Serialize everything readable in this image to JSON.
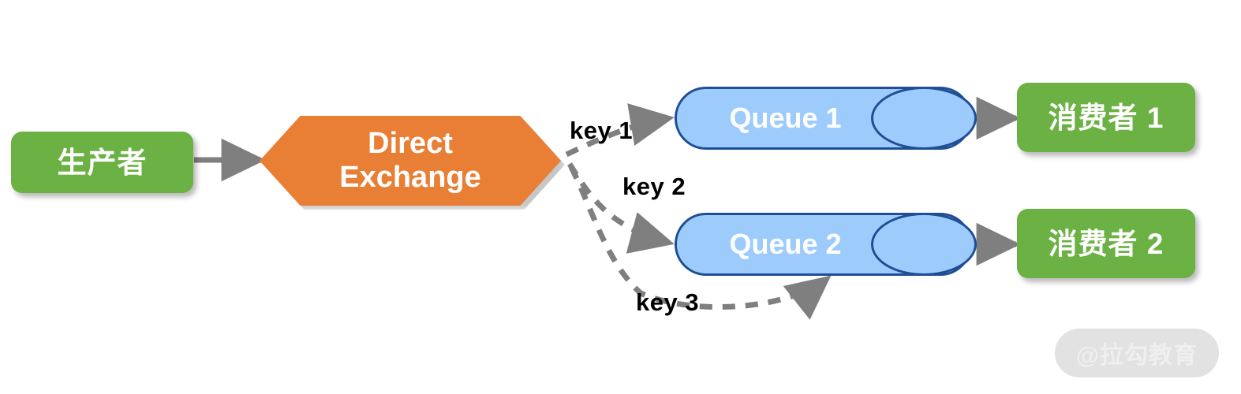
{
  "diagram": {
    "title": "RabbitMQ Direct Exchange routing diagram",
    "colors": {
      "green": "#6BB143",
      "orange": "#E87F35",
      "queue_fill": "#9DCCFC",
      "queue_border": "#1F4E95",
      "arrow_gray": "#7F7F7F",
      "text_dark": "#000000",
      "watermark_bg": "#E2E2E2"
    },
    "producer": {
      "label": "生产者"
    },
    "exchange": {
      "label": "Direct\nExchange",
      "type": "Direct Exchange"
    },
    "queues": [
      {
        "label": "Queue 1"
      },
      {
        "label": "Queue 2"
      }
    ],
    "consumers": [
      {
        "label": "消费者 1"
      },
      {
        "label": "消费者 2"
      }
    ],
    "routing_keys": [
      {
        "label": "key 1",
        "from": "Direct Exchange",
        "to": "Queue 1"
      },
      {
        "label": "key 2",
        "from": "Direct Exchange",
        "to": "Queue 2"
      },
      {
        "label": "key 3",
        "from": "Direct Exchange",
        "to": "Queue 2"
      }
    ],
    "solid_edges": [
      {
        "from": "生产者",
        "to": "Direct Exchange"
      },
      {
        "from": "Queue 1",
        "to": "消费者 1"
      },
      {
        "from": "Queue 2",
        "to": "消费者 2"
      }
    ],
    "watermark": {
      "label": "@拉勾教育"
    }
  }
}
